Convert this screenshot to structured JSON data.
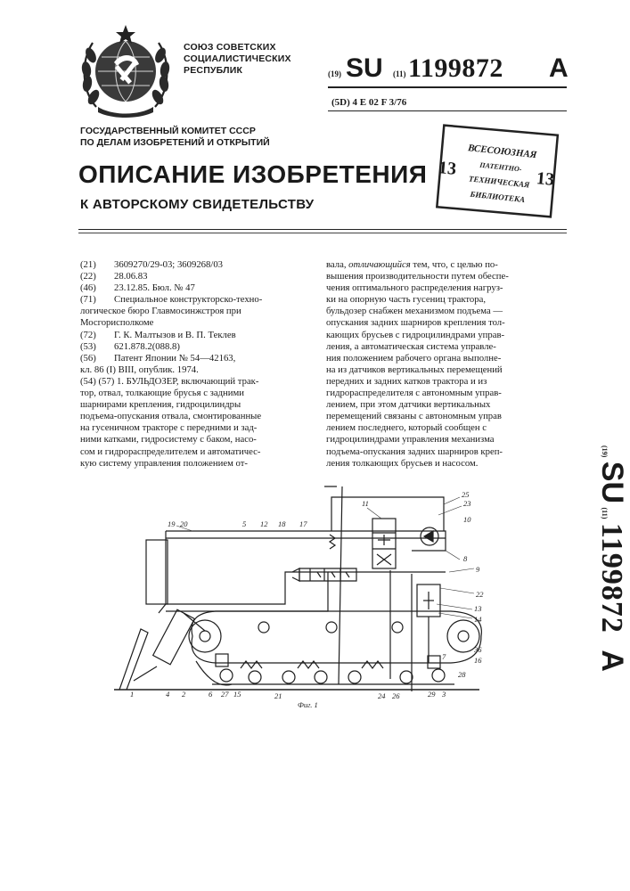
{
  "header": {
    "union": [
      "СОЮЗ СОВЕТСКИХ",
      "СОЦИАЛИСТИЧЕСКИХ",
      "РЕСПУБЛИК"
    ],
    "country_code_prefix": "(19)",
    "country_code": "SU",
    "number_prefix": "(11)",
    "number": "1199872",
    "kind": "A",
    "ipc": "(5D) 4  E 02 F 3/76",
    "committee": [
      "ГОСУДАРСТВЕННЫЙ КОМИТЕТ СССР",
      "ПО ДЕЛАМ ИЗОБРЕТЕНИЙ И ОТКРЫТИЙ"
    ],
    "title": "ОПИСАНИЕ ИЗОБРЕТЕНИЯ",
    "subtitle": "К АВТОРСКОМУ СВИДЕТЕЛЬСТВУ"
  },
  "stamp": {
    "lines": [
      "ВСЕСОЮЗНАЯ",
      "ПАТЕНТНО-",
      "ТЕХНИЧЕСКАЯ",
      "БИБЛИОТЕКА"
    ],
    "number": "13"
  },
  "biblio": {
    "n21": "(21)",
    "v21": "3609270/29-03;   3609268/03",
    "n22": "(22)",
    "v22": "28.06.83",
    "n46": "(46)",
    "v46": "23.12.85. Бюл. № 47",
    "n71": "(71)",
    "v71a": "Специальное    конструкторско-техно-",
    "v71b": "логическое  бюро   Главмосинжстроя  при",
    "v71c": "Мосгорисполкоме",
    "n72": "(72)",
    "v72": "Г. К. Малтызов и В. П. Теклев",
    "n53": "(53)",
    "v53": "621.878.2(088.8)",
    "n56": "(56)",
    "v56a": "Патент Японии № 54—42163,",
    "v56b": "кл. 86 (I) ВIII, опублик. 1974.",
    "claim_left": [
      "(54) (57) 1. БУЛЬДОЗЕР, включающий трак-",
      "тор, отвал, толкающие брусья с задними",
      "шарнирами   крепления,   гидроцилиндры",
      "подъема-опускания отвала, смонтированные",
      "на гусеничном тракторе с передними и зад-",
      "ними катками, гидросистему с баком, насо-",
      "сом и гидрораспределителем и автоматичес-",
      "кую систему управления положением от-"
    ]
  },
  "claim_right": {
    "first_plain": "вала, ",
    "first_italic": "отличающийся",
    "first_rest": " тем, что, с целью по-",
    "lines": [
      "вышения производительности путем обеспе-",
      "чения оптимального распределения нагруз-",
      "ки на опорную часть гусениц трактора,",
      "бульдозер снабжен механизмом подъема —",
      "опускания задних шарниров крепления тол-",
      "кающих брусьев с гидроцилиндрами управ-",
      "ления, а автоматическая система управле-",
      "ния положением рабочего органа выполне-",
      "на из датчиков вертикальных перемещений",
      "передних и задних катков трактора и из",
      "гидрораспределителя с автономным управ-",
      "лением, при этом датчики вертикальных",
      "перемещений связаны с автономным управ",
      "лением последнего, который сообщен с",
      "гидроцилиндрами управления механизма",
      "подъема-опускания задних шарниров креп-",
      "ления толкающих брусьев и насосом."
    ]
  },
  "figure": {
    "caption": "Фиг. 1",
    "labels": {
      "l19": "19",
      "l20": "20",
      "l5": "5",
      "l12": "12",
      "l18": "18",
      "l17": "17",
      "l11": "11",
      "l25": "25",
      "l23": "23",
      "l10": "10",
      "l8": "8",
      "l9": "9",
      "l22": "22",
      "l13": "13",
      "l14": "14",
      "l36": "36",
      "l16": "16",
      "l28": "28",
      "l1": "1",
      "l4": "4",
      "l2": "2",
      "l6": "6",
      "l27": "27",
      "l15": "15",
      "l21": "21",
      "l24": "24",
      "l26": "26",
      "l29": "29",
      "l3": "3",
      "l7": "7"
    }
  }
}
